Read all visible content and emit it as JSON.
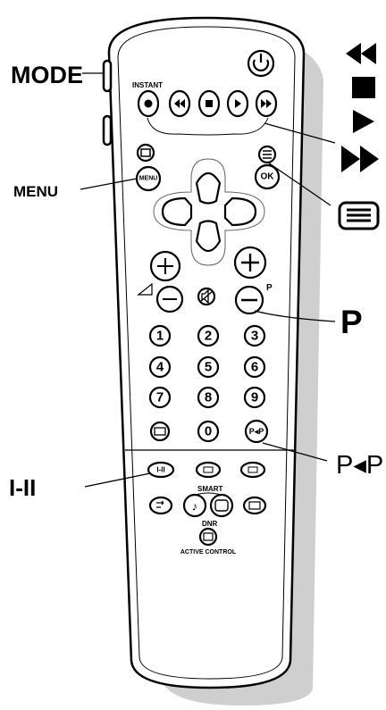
{
  "callouts": {
    "mode": "MODE",
    "menu": "MENU",
    "p": "P",
    "pp": "P◂P",
    "i_ii": "I-II"
  },
  "legend_icons": [
    "rewind-icon",
    "stop-icon",
    "play-icon",
    "fast-forward-icon",
    "teletext-icon"
  ],
  "remote": {
    "instant": "INSTANT",
    "menu": "MENU",
    "ok": "OK",
    "p_small": "P",
    "digits": [
      "1",
      "2",
      "3",
      "4",
      "5",
      "6",
      "7",
      "8",
      "9",
      "0"
    ],
    "pp": "P◂P",
    "i_ii": "I-II",
    "smart": "SMART",
    "dnr": "DNR",
    "active_control": "ACTIVE CONTROL"
  },
  "colors": {
    "ink": "#000000",
    "shadow": "#c8c8c8",
    "body": "#ffffff"
  }
}
